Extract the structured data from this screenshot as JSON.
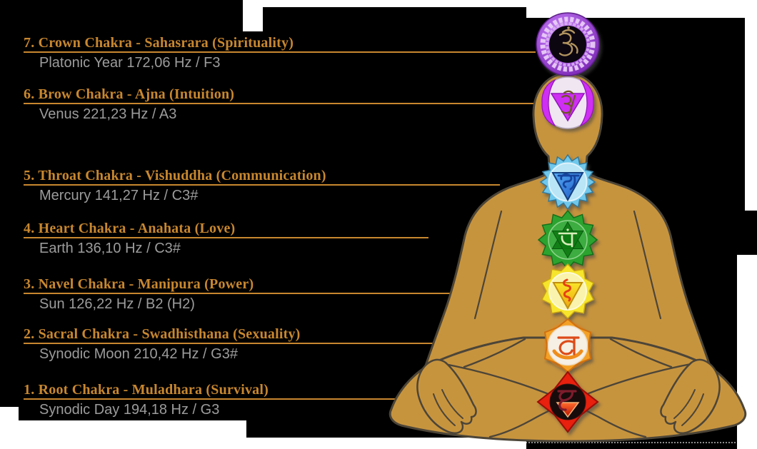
{
  "diagram": {
    "description": "Seven chakras of a meditating figure with planetary frequencies",
    "background_color": "#000000",
    "accent_color": "#c8872f",
    "frequency_text_color": "#9c9c9c",
    "body_color": "#c7943e",
    "body_outline_color": "#4c4538"
  },
  "chakras": [
    {
      "number": "7",
      "label": "7. Crown Chakra - Sahasrara (Spirituality)",
      "name": "Crown Chakra",
      "sanskrit": "Sahasrara",
      "aspect": "Spirituality",
      "frequency": "Platonic Year 172,06 Hz / F3",
      "source": "Platonic Year",
      "hz": "172,06",
      "note": "F3",
      "symbol": "crown-chakra-icon",
      "symbol_color": "#a74fd8"
    },
    {
      "number": "6",
      "label": "6. Brow Chakra - Ajna (Intuition)",
      "name": "Brow Chakra",
      "sanskrit": "Ajna",
      "aspect": "Intuition",
      "frequency": "Venus 221,23 Hz / A3",
      "source": "Venus",
      "hz": "221,23",
      "note": "A3",
      "symbol": "brow-chakra-icon",
      "symbol_color": "#ce2ff2"
    },
    {
      "number": "5",
      "label": "5. Throat Chakra - Vishuddha (Communication)",
      "name": "Throat Chakra",
      "sanskrit": "Vishuddha",
      "aspect": "Communication",
      "frequency": "Mercury 141,27 Hz / C3#",
      "source": "Mercury",
      "hz": "141,27",
      "note": "C3#",
      "symbol": "throat-chakra-icon",
      "symbol_color": "#6fc8ec"
    },
    {
      "number": "4",
      "label": "4. Heart Chakra - Anahata (Love)",
      "name": "Heart Chakra",
      "sanskrit": "Anahata",
      "aspect": "Love",
      "frequency": "Earth 136,10 Hz / C3#",
      "source": "Earth",
      "hz": "136,10",
      "note": "C3#",
      "symbol": "heart-chakra-icon",
      "symbol_color": "#2da32f"
    },
    {
      "number": "3",
      "label": "3. Navel Chakra - Manipura (Power)",
      "name": "Navel Chakra",
      "sanskrit": "Manipura",
      "aspect": "Power",
      "frequency": "Sun 126,22 Hz / B2 (H2)",
      "source": "Sun",
      "hz": "126,22",
      "note": "B2 (H2)",
      "symbol": "navel-chakra-icon",
      "symbol_color": "#f6e52b"
    },
    {
      "number": "2",
      "label": "2. Sacral Chakra - Swadhisthana (Sexuality)",
      "name": "Sacral Chakra",
      "sanskrit": "Swadhisthana",
      "aspect": "Sexuality",
      "frequency": "Synodic Moon 210,42 Hz / G3#",
      "source": "Synodic Moon",
      "hz": "210,42",
      "note": "G3#",
      "symbol": "sacral-chakra-icon",
      "symbol_color": "#f3a126"
    },
    {
      "number": "1",
      "label": "1. Root Chakra - Muladhara (Survival)",
      "name": "Root Chakra",
      "sanskrit": "Muladhara",
      "aspect": "Survival",
      "frequency": "Synodic Day 194,18 Hz / G3",
      "source": "Synodic Day",
      "hz": "194,18",
      "note": "G3",
      "symbol": "root-chakra-icon",
      "symbol_color": "#e8200e"
    }
  ]
}
